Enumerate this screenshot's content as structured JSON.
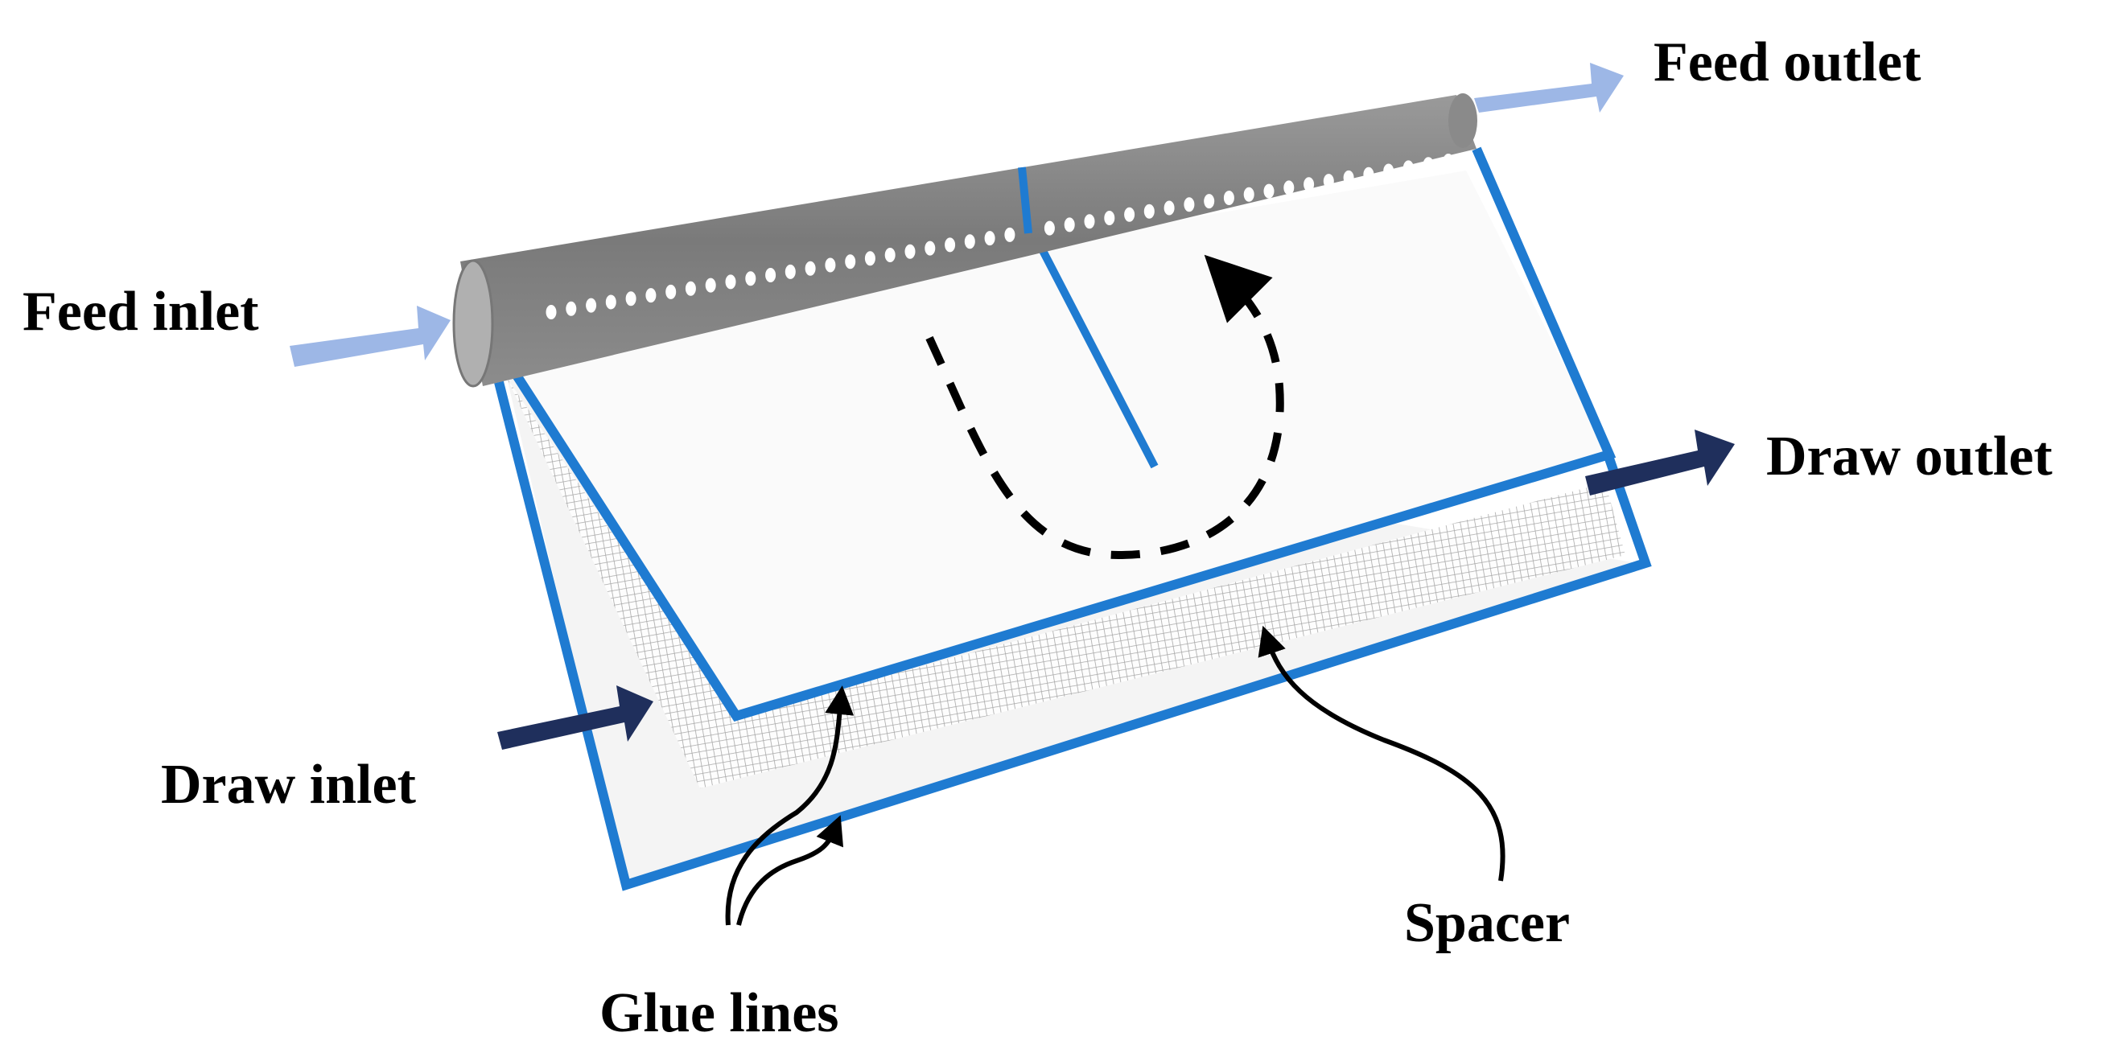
{
  "labels": {
    "feed_inlet": "Feed inlet",
    "feed_outlet": "Feed outlet",
    "draw_inlet": "Draw inlet",
    "draw_outlet": "Draw outlet",
    "glue_lines": "Glue lines",
    "spacer": "Spacer"
  },
  "colors": {
    "glue_line_blue": "#1f7bd1",
    "feed_arrow": "#9db7e6",
    "draw_arrow": "#1f2f5c",
    "tube_gray": "#808080",
    "membrane_white": "#fafafa",
    "spacer_mesh": "#9a9a9a"
  }
}
